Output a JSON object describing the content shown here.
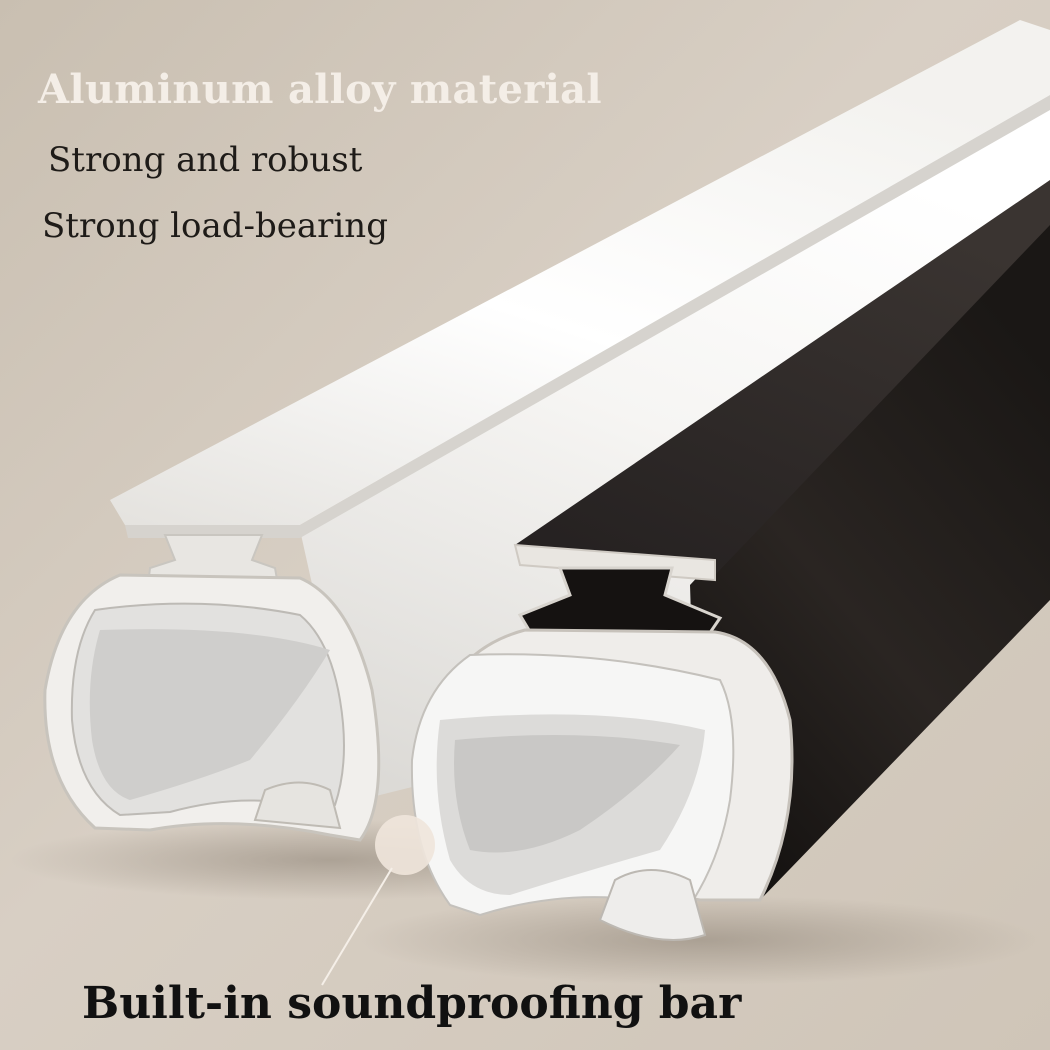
{
  "captions": {
    "headline": "Aluminum alloy material",
    "feature_1": "Strong and robust",
    "feature_2": "Strong load-bearing",
    "callout": "Built-in soundproofing bar"
  },
  "colors": {
    "background": "#d2c8bb",
    "white_rail": "#f2f1ee",
    "black_rail": "#1c1917",
    "soundproofing_bar": "#e9e9e8",
    "headline_text": "#f4eee7",
    "body_text": "#1e1b18"
  }
}
